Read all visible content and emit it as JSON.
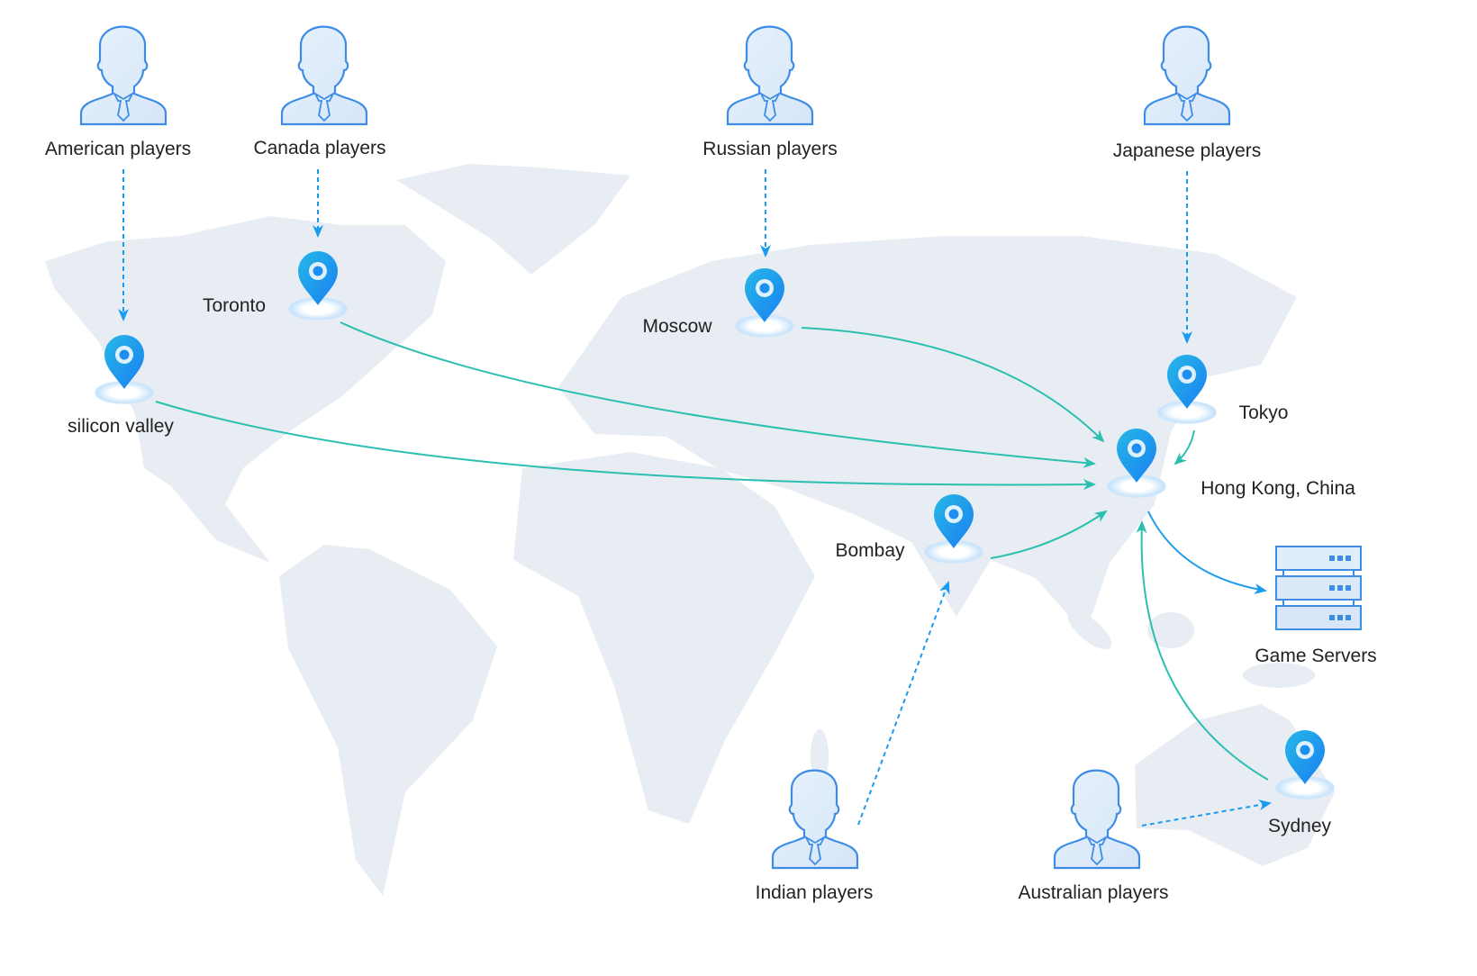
{
  "players": {
    "american": "American players",
    "canada": "Canada players",
    "russian": "Russian players",
    "japanese": "Japanese players",
    "indian": "Indian players",
    "australian": "Australian players"
  },
  "locations": {
    "toronto": "Toronto",
    "silicon_valley": "silicon valley",
    "moscow": "Moscow",
    "tokyo": "Tokyo",
    "hong_kong": "Hong Kong, China",
    "bombay": "Bombay",
    "sydney": "Sydney"
  },
  "servers": {
    "label": "Game Servers"
  },
  "colors": {
    "map": "#e8edf4",
    "route": "#2bbfb0",
    "player_link": "#1a9bf0",
    "pin": "#1e8ff0"
  }
}
